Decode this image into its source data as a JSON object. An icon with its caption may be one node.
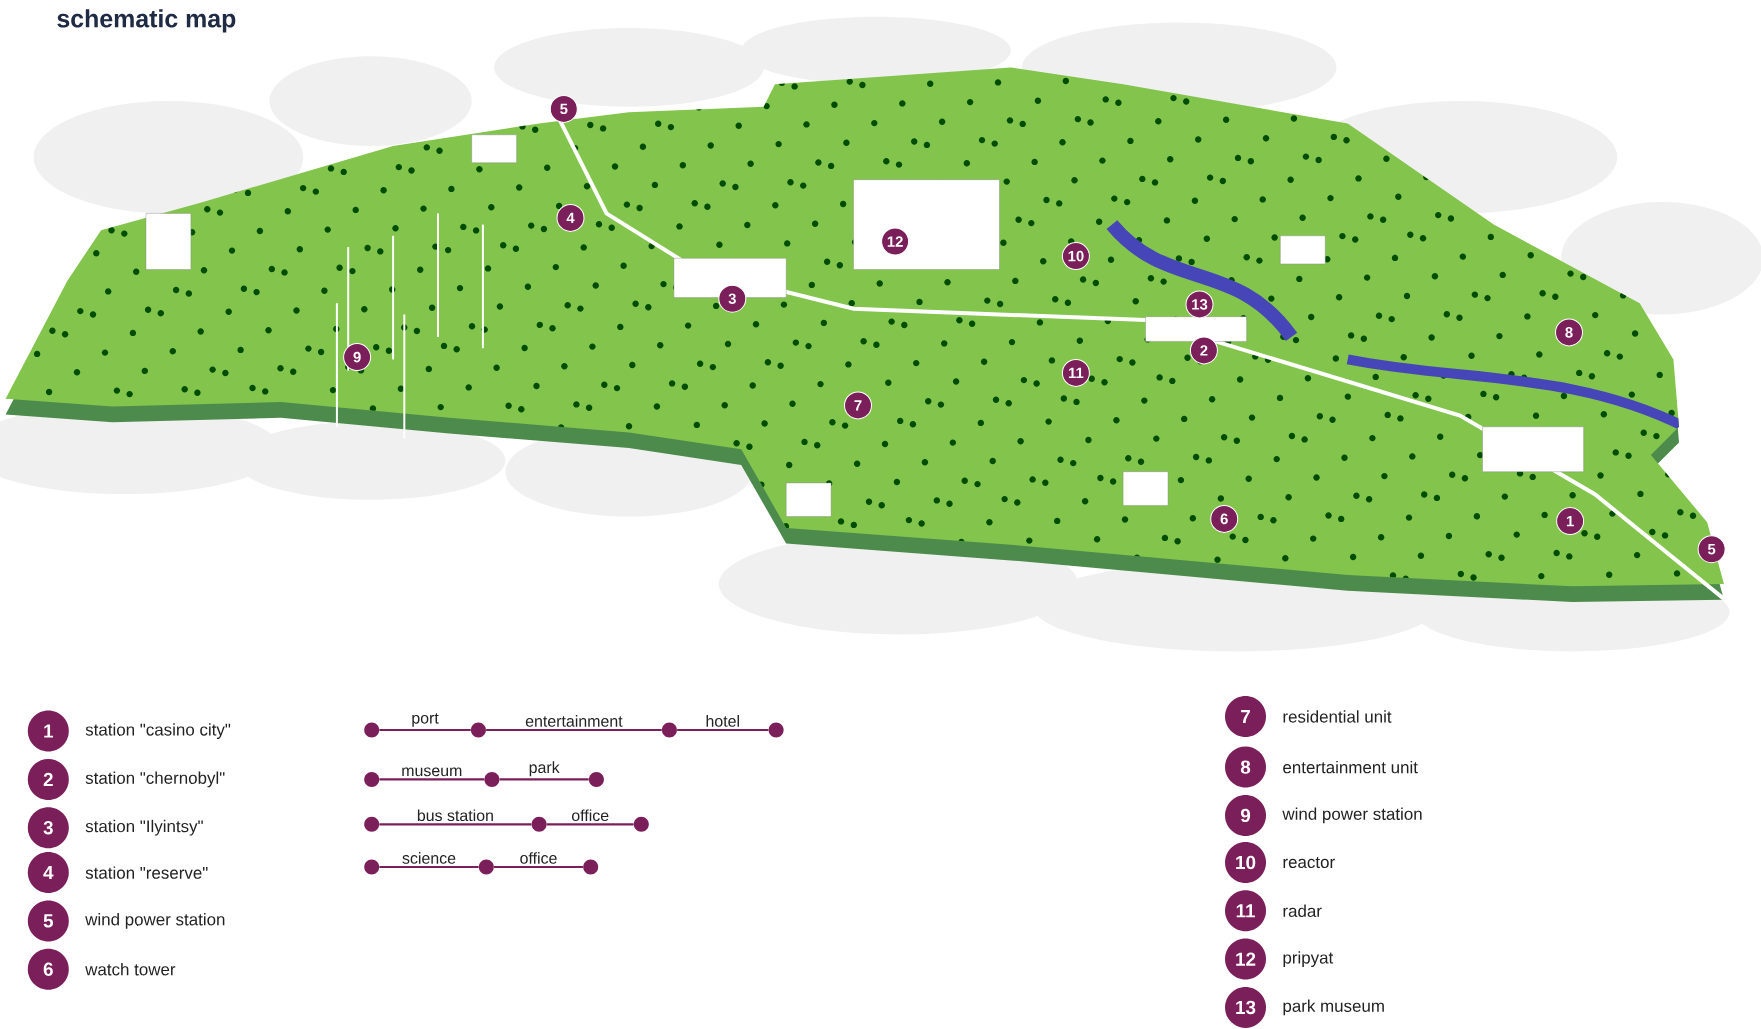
{
  "diagram": {
    "title": "schematic map",
    "nodes": [
      {
        "text": [
          "5"
        ]
      },
      {
        "text": [
          "4"
        ]
      },
      {
        "text": [
          "12"
        ]
      },
      {
        "text": [
          "10"
        ]
      },
      {
        "text": [
          "3"
        ]
      },
      {
        "text": [
          "13"
        ]
      },
      {
        "text": [
          "8"
        ]
      },
      {
        "text": [
          "2"
        ]
      },
      {
        "text": [
          "9"
        ]
      },
      {
        "text": [
          "11"
        ]
      },
      {
        "text": [
          "7"
        ]
      },
      {
        "text": [
          "6"
        ]
      },
      {
        "text": [
          "1"
        ]
      },
      {
        "text": [
          "5"
        ]
      },
      {
        "text": [
          "1"
        ],
        "beside": [
          "station \"casino city\""
        ]
      },
      {
        "text": [
          "2"
        ],
        "beside": [
          "station \"chernobyl\""
        ]
      },
      {
        "text": [
          "3"
        ],
        "beside": [
          "station \"Ilyintsy\""
        ]
      },
      {
        "text": [
          "4"
        ],
        "beside": [
          "station \"reserve\""
        ]
      },
      {
        "text": [
          "5"
        ],
        "beside": [
          "wind power station"
        ]
      },
      {
        "text": [
          "6"
        ],
        "beside": [
          "watch tower"
        ]
      },
      {
        "text": [],
        "shape": "circle"
      },
      {
        "text": [],
        "shape": "circle"
      },
      {
        "text": [],
        "shape": "circle"
      },
      {
        "text": [],
        "shape": "circle"
      },
      {
        "text": [],
        "shape": "circle"
      },
      {
        "text": [],
        "shape": "circle"
      },
      {
        "text": [],
        "shape": "circle"
      },
      {
        "text": [],
        "shape": "circle"
      },
      {
        "text": [],
        "shape": "circle"
      },
      {
        "text": [],
        "shape": "circle"
      },
      {
        "text": [],
        "shape": "circle"
      },
      {
        "text": [],
        "shape": "circle"
      },
      {
        "text": [],
        "shape": "circle"
      },
      {
        "text": [
          "7"
        ],
        "beside": [
          "residential unit"
        ]
      },
      {
        "text": [
          "8"
        ],
        "beside": [
          "entertainment unit"
        ]
      },
      {
        "text": [
          "9"
        ],
        "beside": [
          "wind power station"
        ]
      },
      {
        "text": [
          "10"
        ],
        "beside": [
          "reactor"
        ]
      },
      {
        "text": [
          "11"
        ],
        "beside": [
          "radar"
        ]
      },
      {
        "text": [
          "12"
        ],
        "beside": [
          "pripyat"
        ]
      },
      {
        "text": [
          "13"
        ],
        "beside": [
          "park museum"
        ]
      }
    ],
    "edges": [
      {
        "from": 20,
        "to": 21,
        "arrow": "none",
        "label": "port"
      },
      {
        "from": 21,
        "to": 22,
        "arrow": "none",
        "label": "entertainment"
      },
      {
        "from": 22,
        "to": 23,
        "arrow": "none",
        "label": "hotel"
      },
      {
        "from": 24,
        "to": 25,
        "arrow": "none",
        "label": "museum"
      },
      {
        "from": 25,
        "to": 26,
        "arrow": "none",
        "label": "park"
      },
      {
        "from": 27,
        "to": 28,
        "arrow": "none",
        "label": "bus station"
      },
      {
        "from": 28,
        "to": 29,
        "arrow": "none",
        "label": "office"
      },
      {
        "from": 30,
        "to": 31,
        "arrow": "none",
        "label": "science"
      },
      {
        "from": 31,
        "to": 32,
        "arrow": "none",
        "label": "office"
      }
    ]
  }
}
